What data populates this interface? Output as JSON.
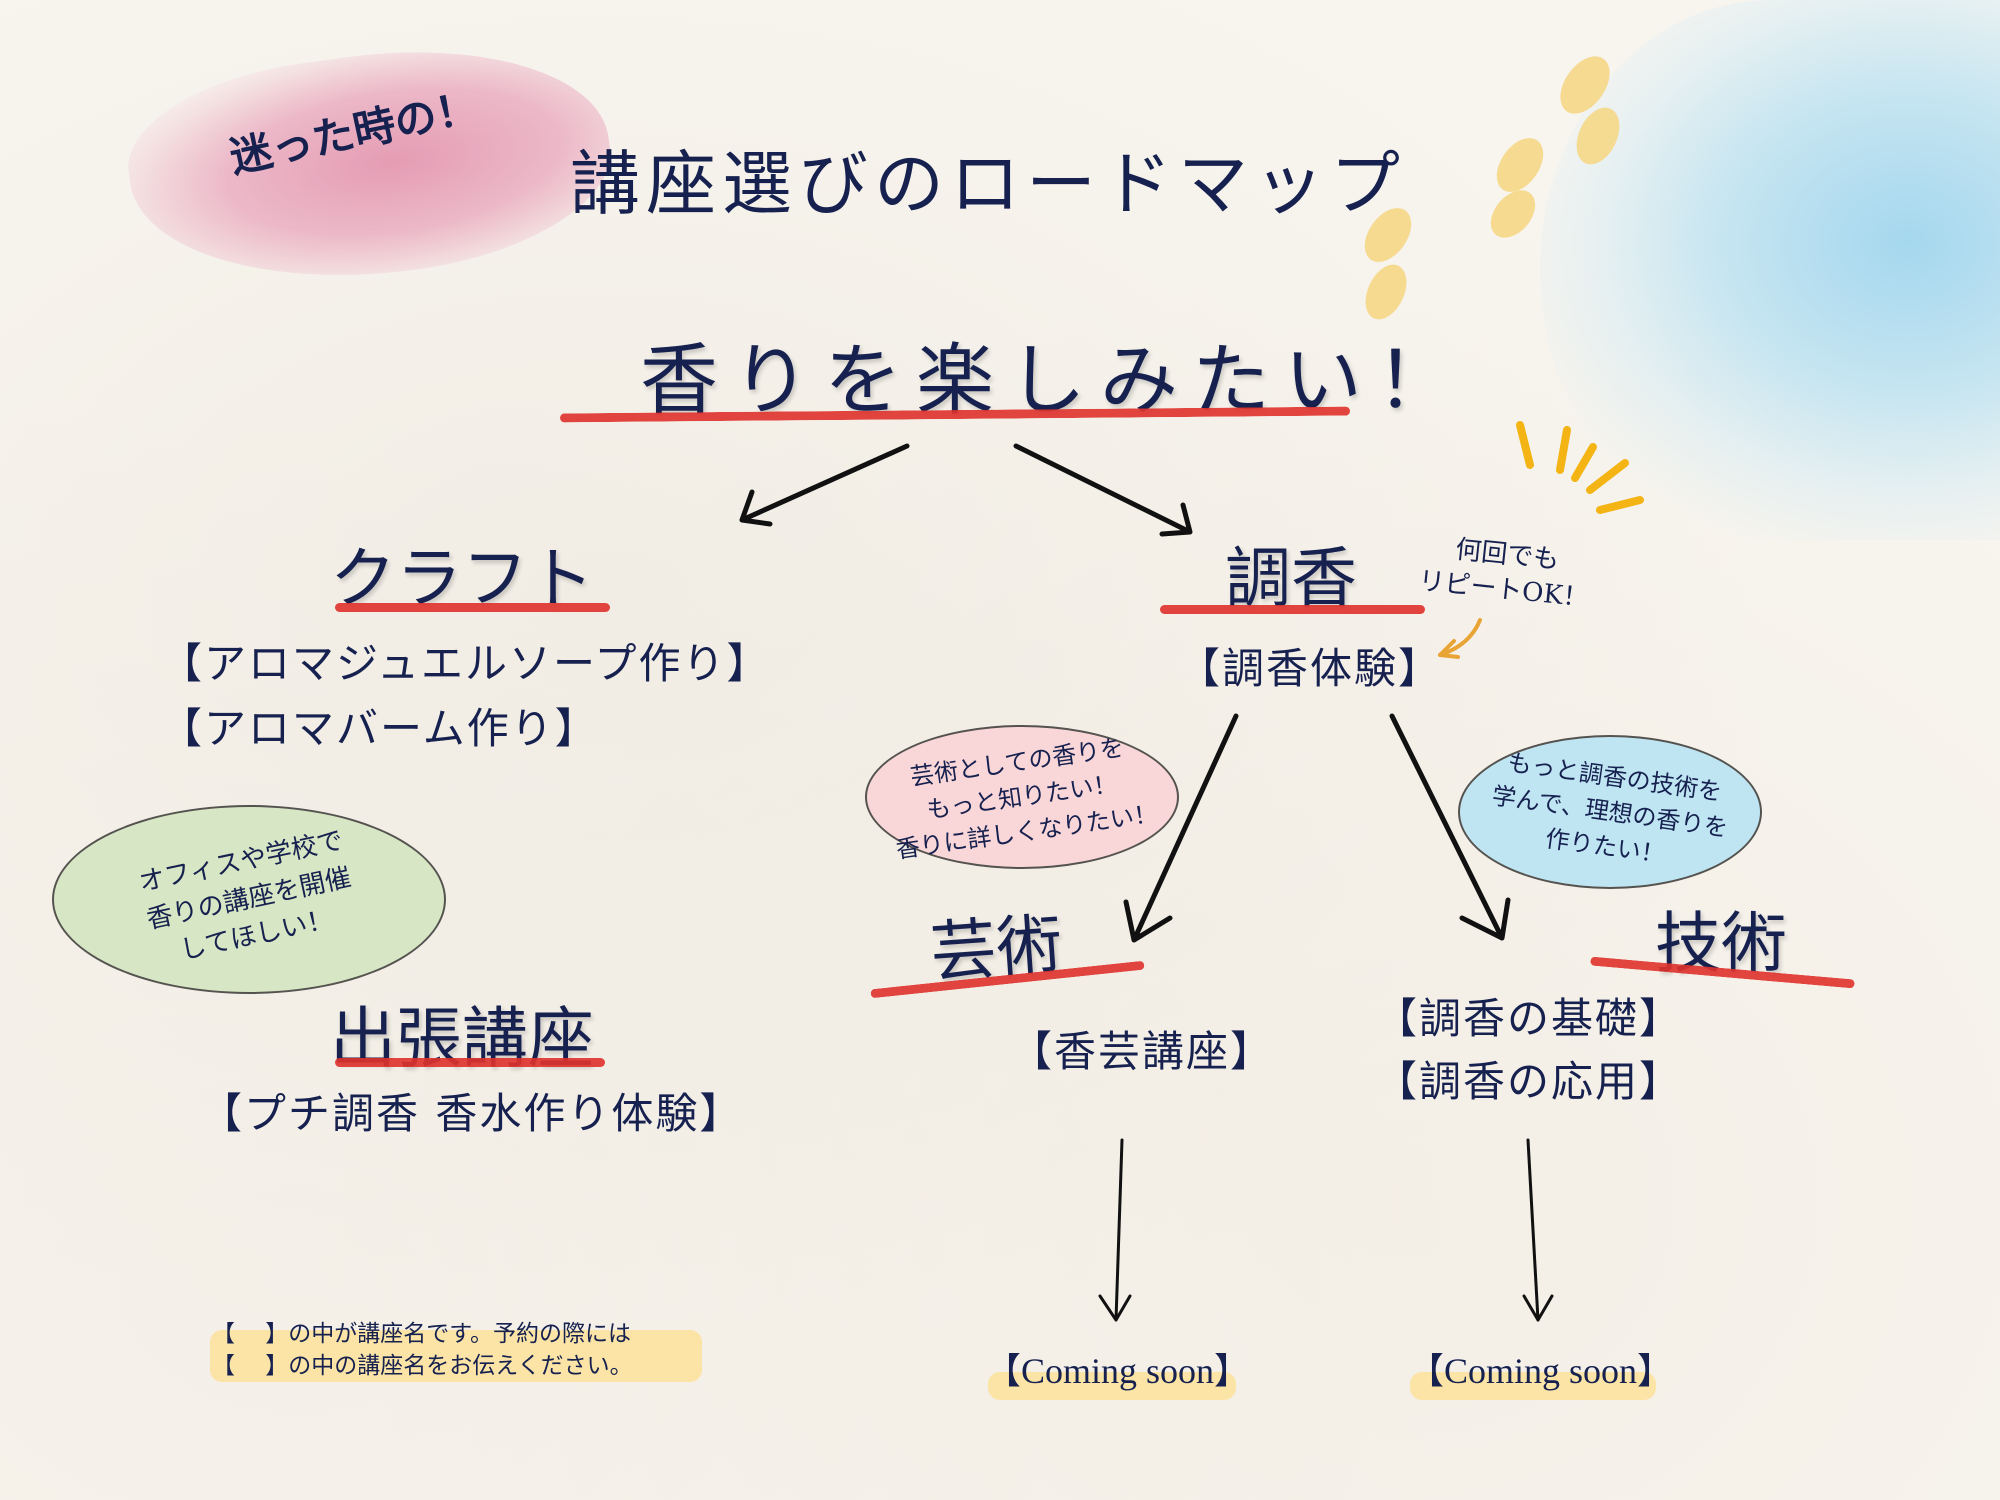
{
  "header": {
    "subtitle": "迷った時の！",
    "title": "講座選びのロードマップ"
  },
  "headline": "香りを楽しみたい！",
  "colors": {
    "text": "#16214f",
    "underline": "#e0322c",
    "pink_bubble": "#f9d6d8",
    "blue_bubble": "#bfe5f3",
    "green_bubble": "#d7e6c4",
    "highlight": "#fbe29a",
    "accent_yellow": "#f3b414"
  },
  "branches": {
    "craft": {
      "label": "クラフト",
      "courses": [
        "【アロマジュエルソープ作り】",
        "【アロマバーム作り】"
      ]
    },
    "perfumery": {
      "label": "調香",
      "courses": [
        "【調香体験】"
      ],
      "note": "何回でも\nリピートOK！"
    },
    "outreach": {
      "label": "出張講座",
      "bubble": "オフィスや学校で\n香りの講座を開催\nしてほしい！",
      "courses": [
        "【プチ調香 香水作り体験】"
      ]
    },
    "art": {
      "label": "芸術",
      "bubble": "芸術としての香りを\nもっと知りたい！\n香りに詳しくなりたい！",
      "courses": [
        "【香芸講座】"
      ],
      "next": "【Coming soon】"
    },
    "technique": {
      "label": "技術",
      "bubble": "もっと調香の技術を\n学んで、理想の香りを\n作りたい！",
      "courses": [
        "【調香の基礎】",
        "【調香の応用】"
      ],
      "next": "【Coming soon】"
    }
  },
  "footnote": "【　 】の中が講座名です。予約の際には\n【　 】の中の講座名をお伝えください。"
}
